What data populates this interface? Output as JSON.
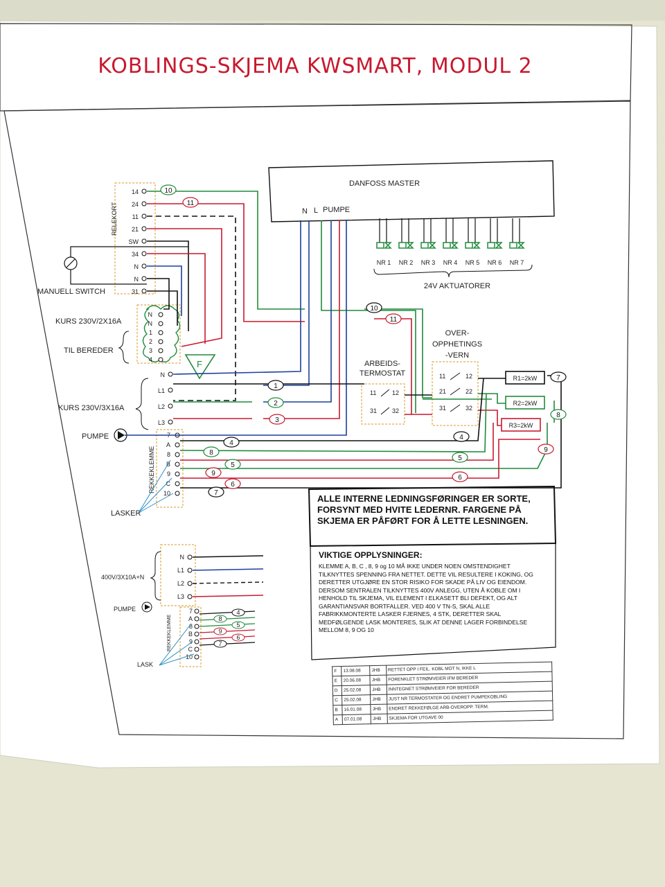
{
  "title": "KOBLINGS-SKJEMA KWSMART, MODUL 2",
  "master": {
    "label": "DANFOSS MASTER",
    "terminals": [
      "N",
      "L",
      "PUMPE"
    ],
    "actuators": [
      "NR 1",
      "NR 2",
      "NR 3",
      "NR 4",
      "NR 5",
      "NR 6",
      "NR 7"
    ],
    "actuators_label": "24V AKTUATORER"
  },
  "relay_card": {
    "label": "RELEKORT",
    "terminals": [
      "14",
      "24",
      "11",
      "21",
      "SW",
      "34",
      "N",
      "N",
      "31"
    ]
  },
  "labels": {
    "manual_switch": "MANUELL SWITCH",
    "kurs_230_2x16": "KURS 230V/2X16A",
    "til_bereder": "TIL BEREDER",
    "kurs_230_3x16": "KURS 230V/3X16A",
    "pumpe": "PUMPE",
    "rekkeklemme": "REKKEKLEMME",
    "lasker": "LASKER",
    "arbeidstermostat": [
      "ARBEIDS-",
      "TERMOSTAT"
    ],
    "overopphetingsvern": [
      "OVER-",
      "OPPHETINGS",
      "-VERN"
    ],
    "f_symbol": "F"
  },
  "bereder_terminals": [
    "N",
    "N",
    "1",
    "2",
    "3",
    "4"
  ],
  "main_terminals": [
    "N",
    "L1",
    "L2",
    "L3"
  ],
  "rekke_terminals": [
    "7",
    "A",
    "8",
    "B",
    "9",
    "C",
    "10"
  ],
  "thermostat_contacts": [
    "11",
    "12",
    "31",
    "32"
  ],
  "overheat_contacts": [
    "11",
    "12",
    "21",
    "22",
    "31",
    "32"
  ],
  "resistors": [
    "R1=2kW",
    "R2=2kW",
    "R3=2kW"
  ],
  "wire_numbers": [
    "1",
    "2",
    "3",
    "4",
    "5",
    "6",
    "7",
    "8",
    "9",
    "10",
    "11"
  ],
  "inset": {
    "supply_label": "400V/3X10A+N",
    "terminals": [
      "N",
      "L1",
      "L2",
      "L3"
    ],
    "pumpe": "PUMPE",
    "rekkeklemme": "REKKEKLEMME",
    "rekke_terminals": [
      "7",
      "A",
      "8",
      "B",
      "9",
      "C",
      "10"
    ],
    "wire_numbers": [
      "4",
      "8",
      "5",
      "9",
      "6",
      "7"
    ],
    "lask": "LASK"
  },
  "note_colors": "ALLE INTERNE LEDNINGSFØRINGER ER SORTE, FORSYNT MED HVITE LEDERNR. FARGENE PÅ SKJEMA ER PÅFØRT FOR Å LETTE LESNINGEN.",
  "important": {
    "heading": "VIKTIGE OPPLYSNINGER:",
    "text": "KLEMME A, B, C , 8, 9 og 10 MÅ IKKE UNDER NOEN OMSTENDIGHET TILKNYTTES SPENNING FRA NETTET. DETTE VIL RESULTERE I KOKING, OG DERETTER UTGJØRE EN STOR RISIKO FOR SKADE PÅ LIV OG EIENDOM. DERSOM SENTRALEN TILKNYTTES 400V ANLEGG, UTEN Å KOBLE OM I HENHOLD TIL SKJEMA, VIL ELEMENT I ELKASETT BLI DEFEKT, OG ALT GARANTIANSVAR BORTFALLER. VED 400 V TN-S, SKAL ALLE FABRIKKMONTERTE LASKER FJERNES, 4 STK, DERETTER SKAL MEDFØLGENDE LASK MONTERES, SLIK AT DENNE LAGER FORBINDELSE MELLOM 8, 9 OG 10"
  },
  "revisions": [
    {
      "rev": "F",
      "date": "13.08.08",
      "by": "JHB",
      "text": "RETTET OPP I FEIL. KOBL MOT N, IKKE L"
    },
    {
      "rev": "E",
      "date": "20.06.08",
      "by": "JHB",
      "text": "FORENKLET STRØMVEIER IFM BEREDER"
    },
    {
      "rev": "D",
      "date": "25.02.08",
      "by": "JHB",
      "text": "INNTEGNET STRØMVEIER FOR BEREDER"
    },
    {
      "rev": "C",
      "date": "25.02.08",
      "by": "JHB",
      "text": "JUST NR TERMOSTATER OG ENDRET PUMPEKOBLING"
    },
    {
      "rev": "B",
      "date": "16.01.08",
      "by": "JHB",
      "text": "ENDRET REKKEFØLGE ARB-OVEROPP. TERM."
    },
    {
      "rev": "A",
      "date": "07.01.08",
      "by": "JHB",
      "text": "SKJEMA FOR UTGAVE 00"
    }
  ],
  "colors": {
    "red": "#c8192e",
    "green": "#1f8a3a",
    "blue": "#1c3f9c",
    "black": "#111111",
    "panel": "#ffffff",
    "background": "#e9e8d6",
    "dash_orange": "#d89a2a"
  }
}
